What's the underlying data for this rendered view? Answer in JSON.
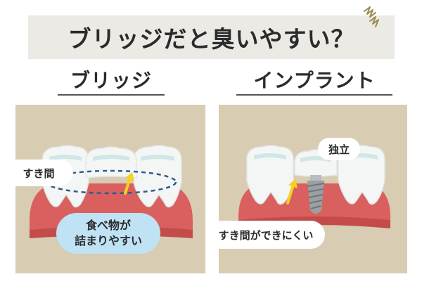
{
  "title": "ブリッジだと臭いやすい？",
  "sections": {
    "left": {
      "heading": "ブリッジ"
    },
    "right": {
      "heading": "インプラント"
    }
  },
  "callouts": {
    "gap_left": "すき間",
    "food_line1": "食べ物が",
    "food_line2": "詰まりやすい",
    "independent": "独立",
    "gap_right": "すき間ができにくい"
  },
  "icons": [
    "smell-lines-icon",
    "arrow-up-icon",
    "implant-screw-icon"
  ],
  "colors": {
    "background": "#ffffff",
    "title_band": "#eceae5",
    "panel": "#d8ccb2",
    "gum": "#d9605e",
    "gum_shadow": "#c34c4b",
    "tooth": "#f4f6f6",
    "tooth_shade": "#cfe7e6",
    "food_bubble": "#bfe2f4",
    "arrow": "#f4d21f",
    "dashed_ring": "#2e5d8a",
    "implant_metal": "#9aa0a4"
  }
}
